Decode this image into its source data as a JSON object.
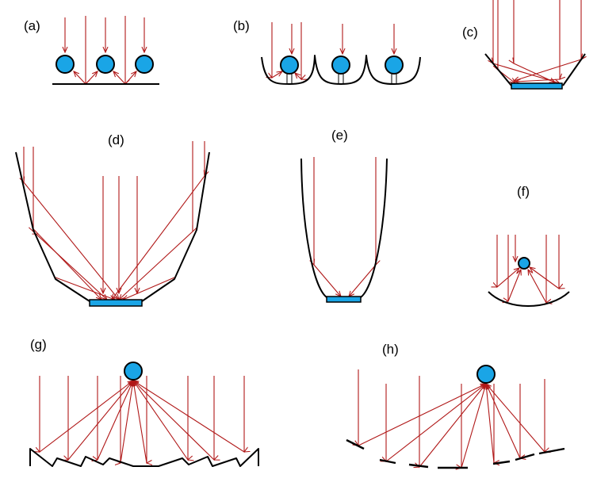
{
  "panels": [
    {
      "id": "a",
      "label": "(a)"
    },
    {
      "id": "b",
      "label": "(b)"
    },
    {
      "id": "c",
      "label": "(c)"
    },
    {
      "id": "d",
      "label": "(d)"
    },
    {
      "id": "e",
      "label": "(e)"
    },
    {
      "id": "f",
      "label": "(f)"
    },
    {
      "id": "g",
      "label": "(g)"
    },
    {
      "id": "h",
      "label": "(h)"
    }
  ],
  "colors": {
    "ray": "#b01818",
    "reflector": "#000000",
    "absorber_fill": "#1aa5e6",
    "absorber_stroke": "#000000"
  }
}
